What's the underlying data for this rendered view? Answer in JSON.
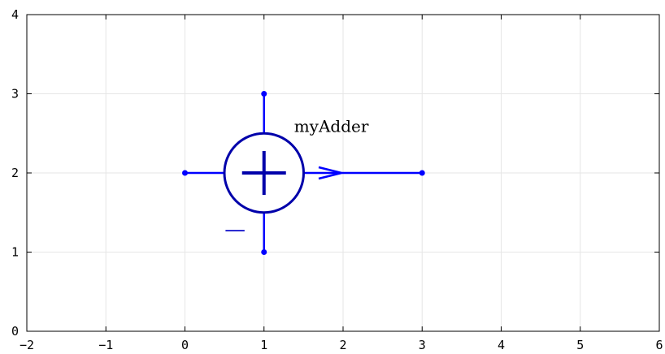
{
  "axes": {
    "xlim": [
      -2,
      6
    ],
    "ylim": [
      0,
      4
    ],
    "x_ticks": [
      -2,
      -1,
      0,
      1,
      2,
      3,
      4,
      5,
      6
    ],
    "y_ticks": [
      0,
      1,
      2,
      3,
      4
    ],
    "x_tick_labels": [
      "−2",
      "−1",
      "0",
      "1",
      "2",
      "3",
      "4",
      "5",
      "6"
    ],
    "y_tick_labels": [
      "0",
      "1",
      "2",
      "3",
      "4"
    ],
    "grid": true
  },
  "diagram": {
    "adder": {
      "label": "myAdder",
      "center": [
        1,
        2
      ],
      "radius": 0.5,
      "symbol": "plus-sign",
      "color": "#1a1acc",
      "ring_color": "#0000aa"
    },
    "ports": [
      {
        "name": "input-left",
        "from": [
          0,
          2
        ],
        "to": [
          0.5,
          2
        ]
      },
      {
        "name": "input-top",
        "from": [
          1,
          3
        ],
        "to": [
          1,
          2.5
        ]
      },
      {
        "name": "input-bottom",
        "from": [
          1,
          1
        ],
        "to": [
          1,
          1.5
        ]
      },
      {
        "name": "output-right",
        "from": [
          1.5,
          2
        ],
        "to": [
          3,
          2
        ]
      }
    ],
    "minus_label": "—",
    "colors": {
      "line": "#0000ff",
      "marker": "#0000ff"
    }
  }
}
